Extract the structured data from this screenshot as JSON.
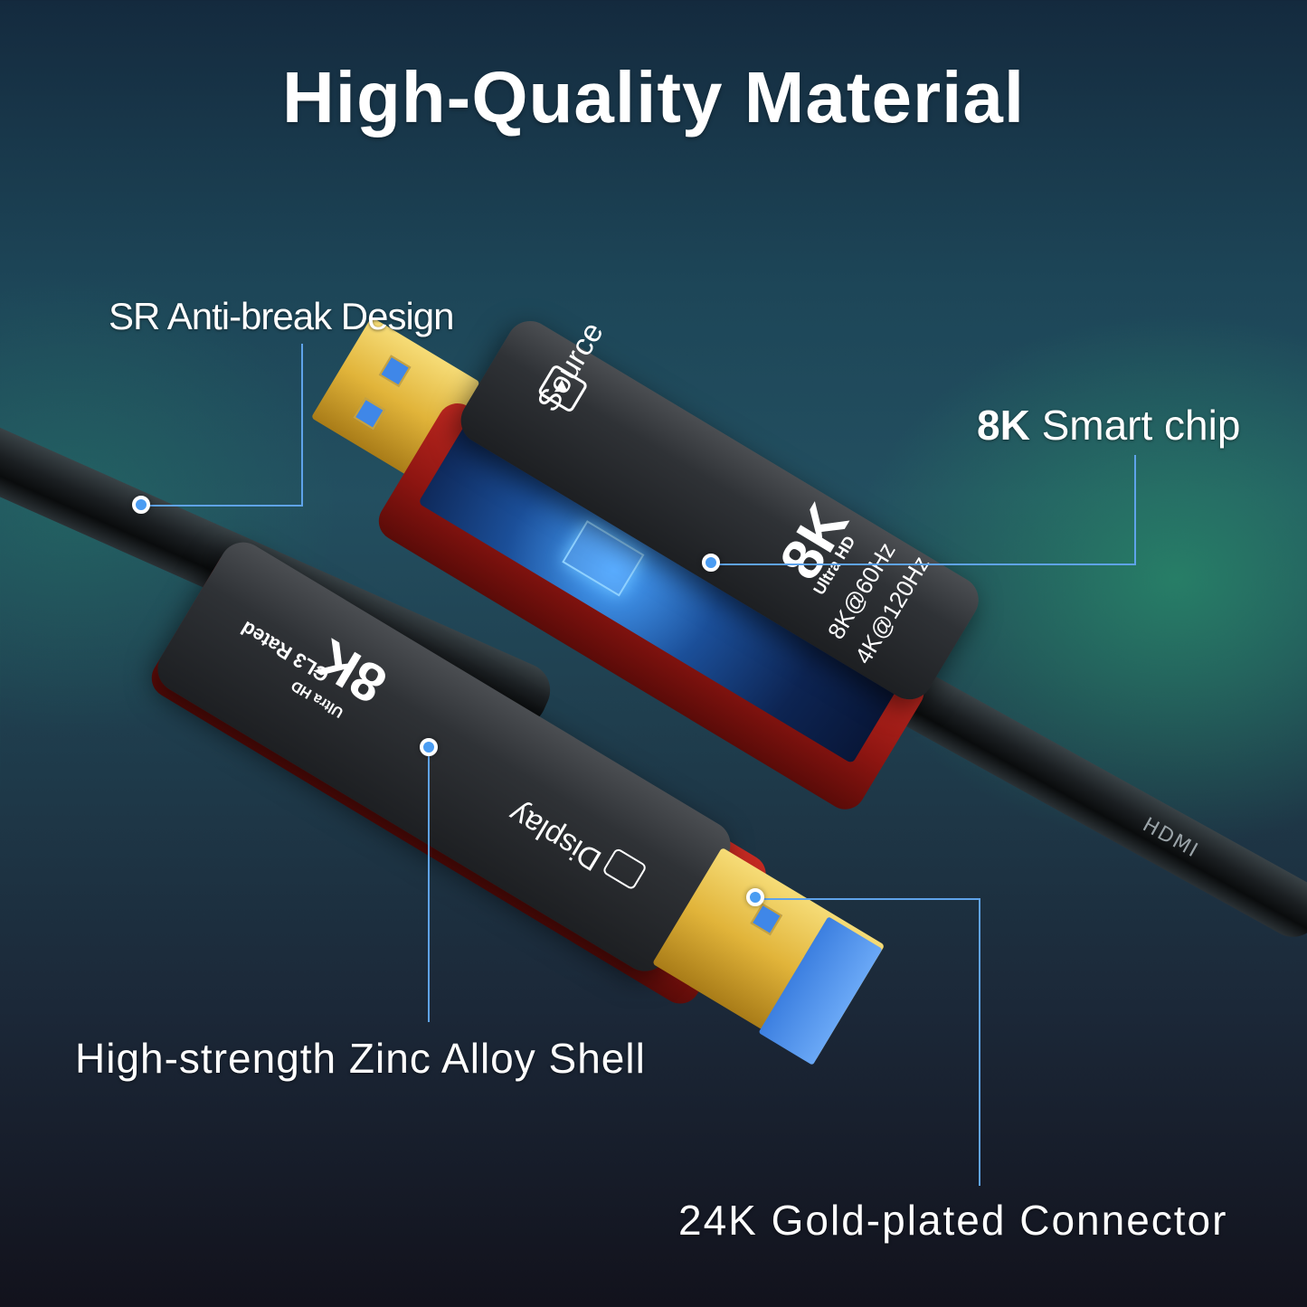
{
  "title": "High-Quality Material",
  "callouts": {
    "anti_break": {
      "text": "SR Anti-break Design"
    },
    "smart_chip": {
      "strong": "8K",
      "text": " Smart chip"
    },
    "zinc_shell": {
      "text": "High-strength Zinc Alloy Shell"
    },
    "gold_connector": {
      "text": "24K Gold-plated Connector"
    }
  },
  "source_connector": {
    "icon": "play-source-icon",
    "label": "Source",
    "badge_big": "8K",
    "badge_small": "Ultra HD",
    "spec_line_1": "8K@60Hz",
    "spec_line_2": "4K@120Hz"
  },
  "display_connector": {
    "icon": "display-monitor-icon",
    "label": "Display",
    "badge_big": "8K",
    "badge_small": "Ultra HD",
    "rating": "CL3 Rated"
  },
  "cable": {
    "print": "HDMI"
  },
  "colors": {
    "accent_line": "#5fa3ea",
    "dot_fill": "#4a9cf2",
    "connector_red": "#b0201a",
    "gold": "#e1b43a",
    "pin_blue": "#3f87e8"
  }
}
